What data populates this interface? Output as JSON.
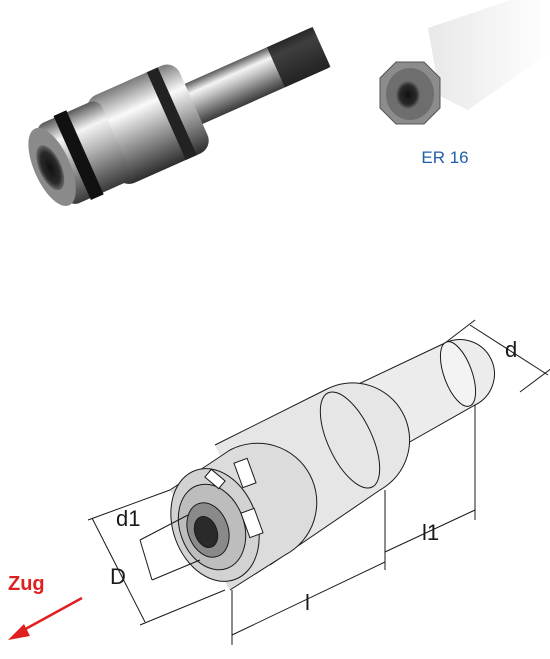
{
  "product_photo": {
    "icon": "tool-holder-photo"
  },
  "nut_photo": {
    "icon": "er-collet-nut-photo",
    "caption": "ER 16"
  },
  "drawing": {
    "labels": {
      "d": "d",
      "d1": "d1",
      "D": "D",
      "l": "l",
      "l1": "l1",
      "pull": "Zug"
    }
  },
  "colors": {
    "caption": "#1f5fa8",
    "pull_arrow": "#e02020",
    "line": "#1a1a1a",
    "body_fill": "#e6e6e6",
    "steel_dark": "#3a3a3a",
    "steel_light": "#f2f2f2"
  }
}
